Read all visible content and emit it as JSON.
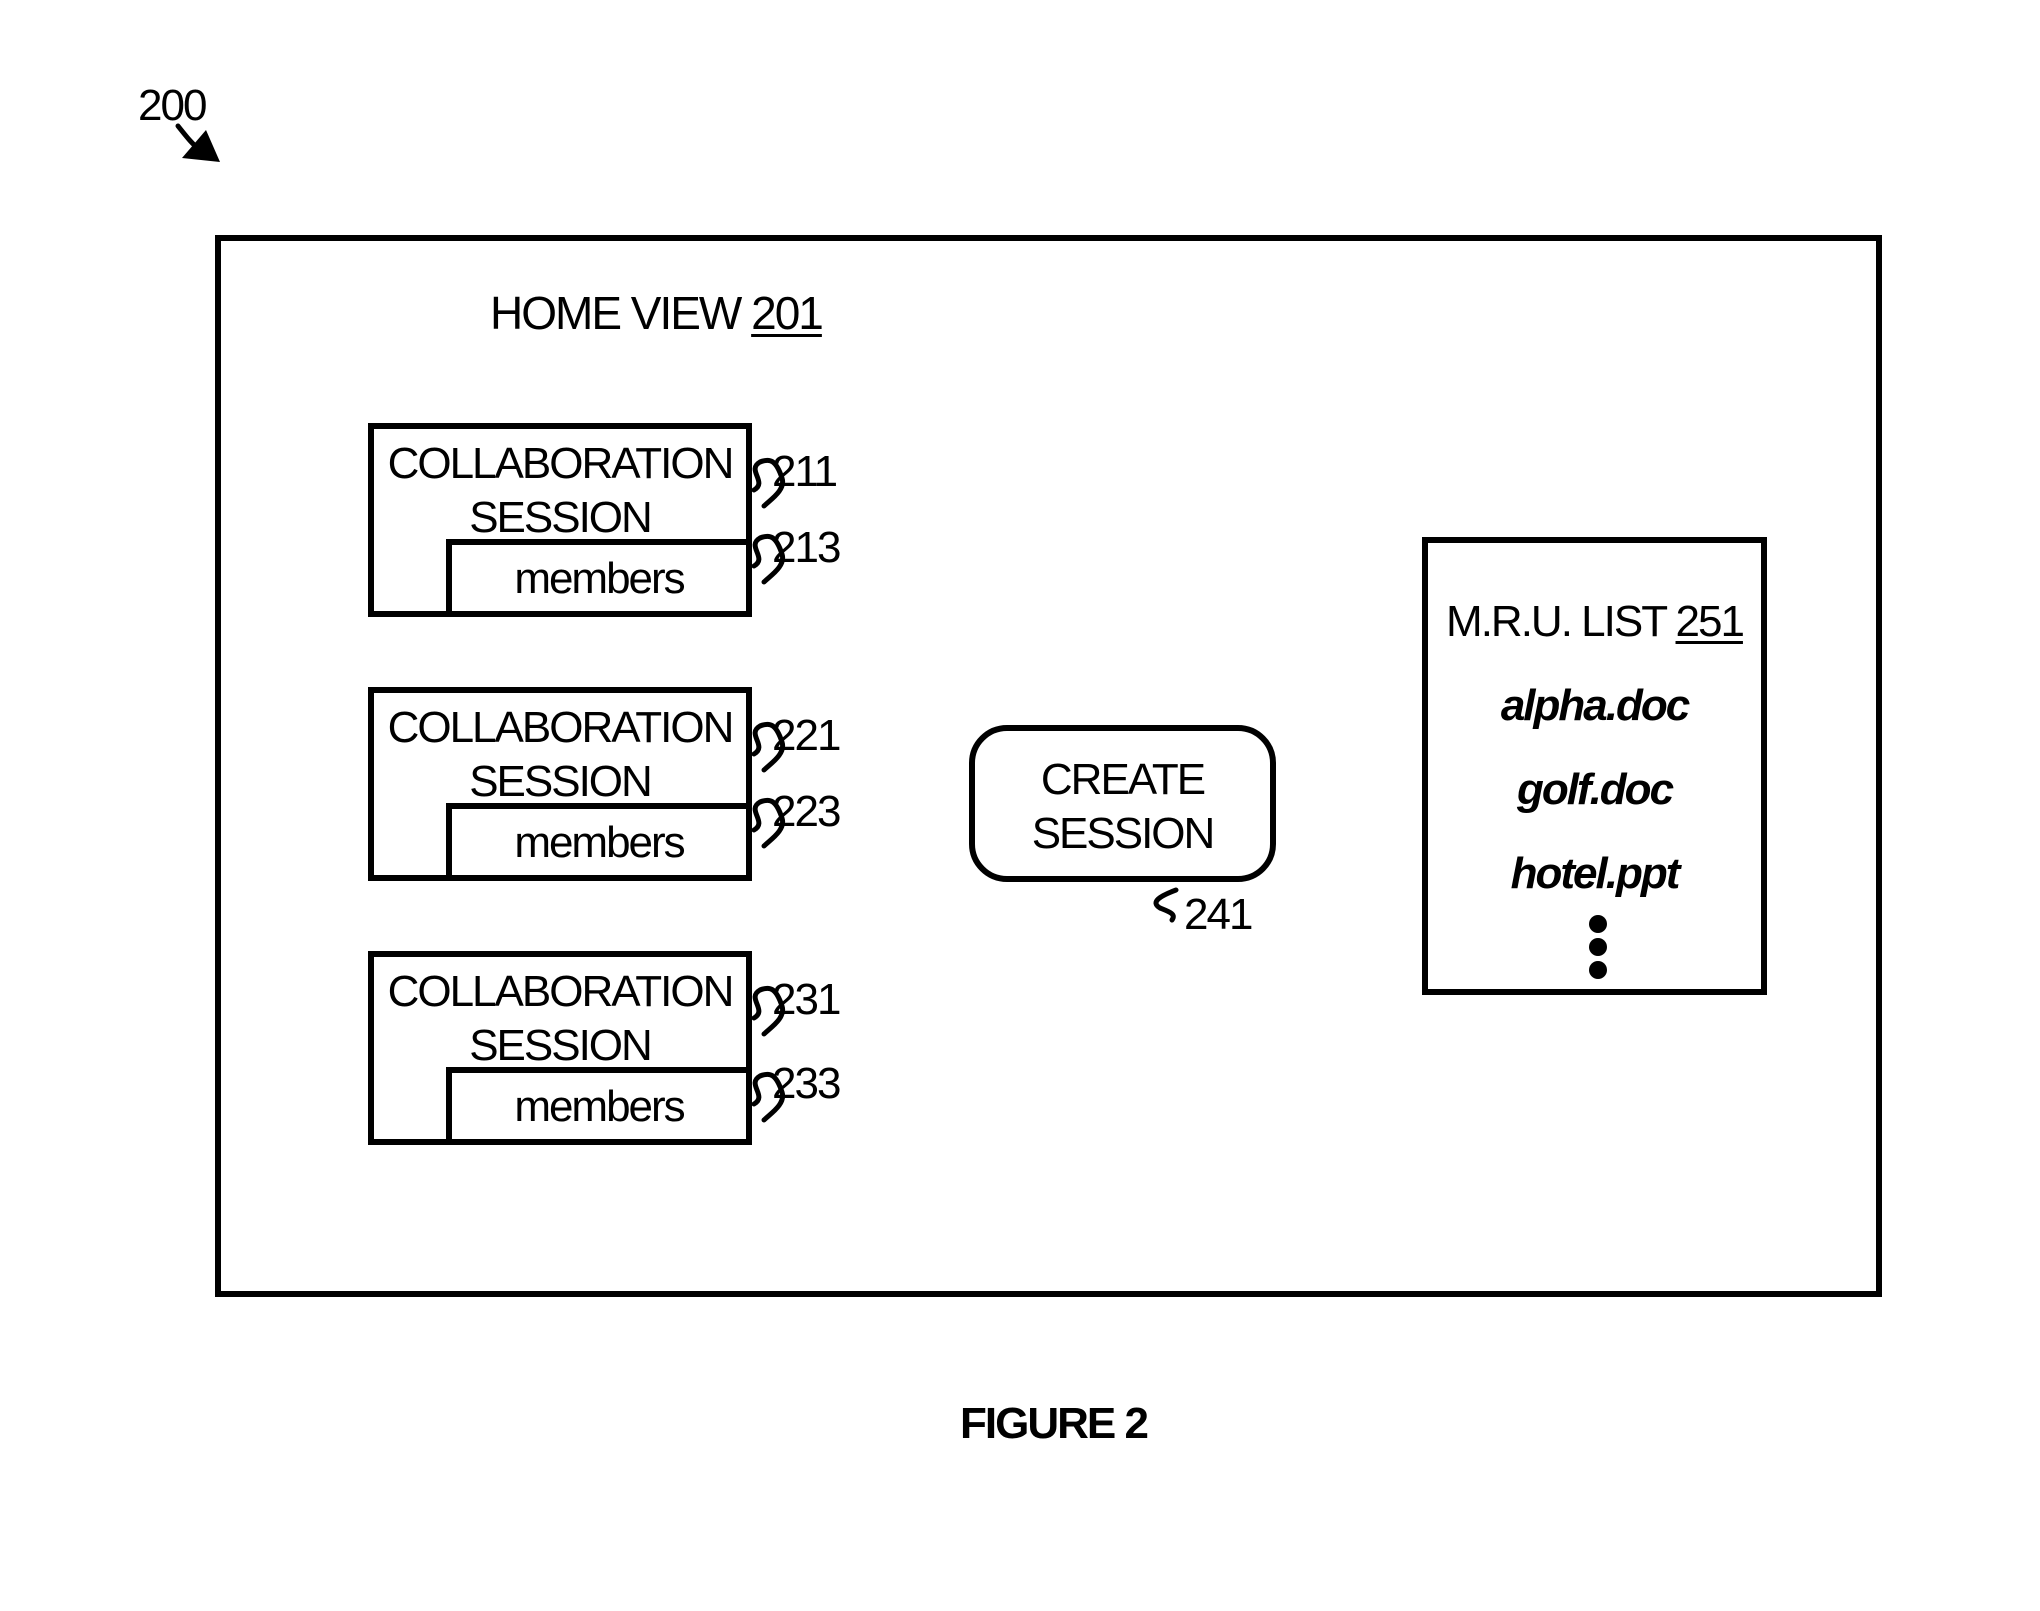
{
  "figure_ref": "200",
  "home_view": {
    "title": "HOME VIEW",
    "ref": "201"
  },
  "sessions": [
    {
      "title_line1": "COLLABORATION",
      "title_line2": "SESSION",
      "members_label": "members",
      "ref_session": "211",
      "ref_members": "213"
    },
    {
      "title_line1": "COLLABORATION",
      "title_line2": "SESSION",
      "members_label": "members",
      "ref_session": "221",
      "ref_members": "223"
    },
    {
      "title_line1": "COLLABORATION",
      "title_line2": "SESSION",
      "members_label": "members",
      "ref_session": "231",
      "ref_members": "233"
    }
  ],
  "create_session": {
    "line1": "CREATE",
    "line2": "SESSION",
    "ref": "241"
  },
  "mru_list": {
    "title": "M.R.U. LIST",
    "ref": "251",
    "items": [
      "alpha.doc",
      "golf.doc",
      "hotel.ppt"
    ]
  },
  "caption": "FIGURE 2"
}
